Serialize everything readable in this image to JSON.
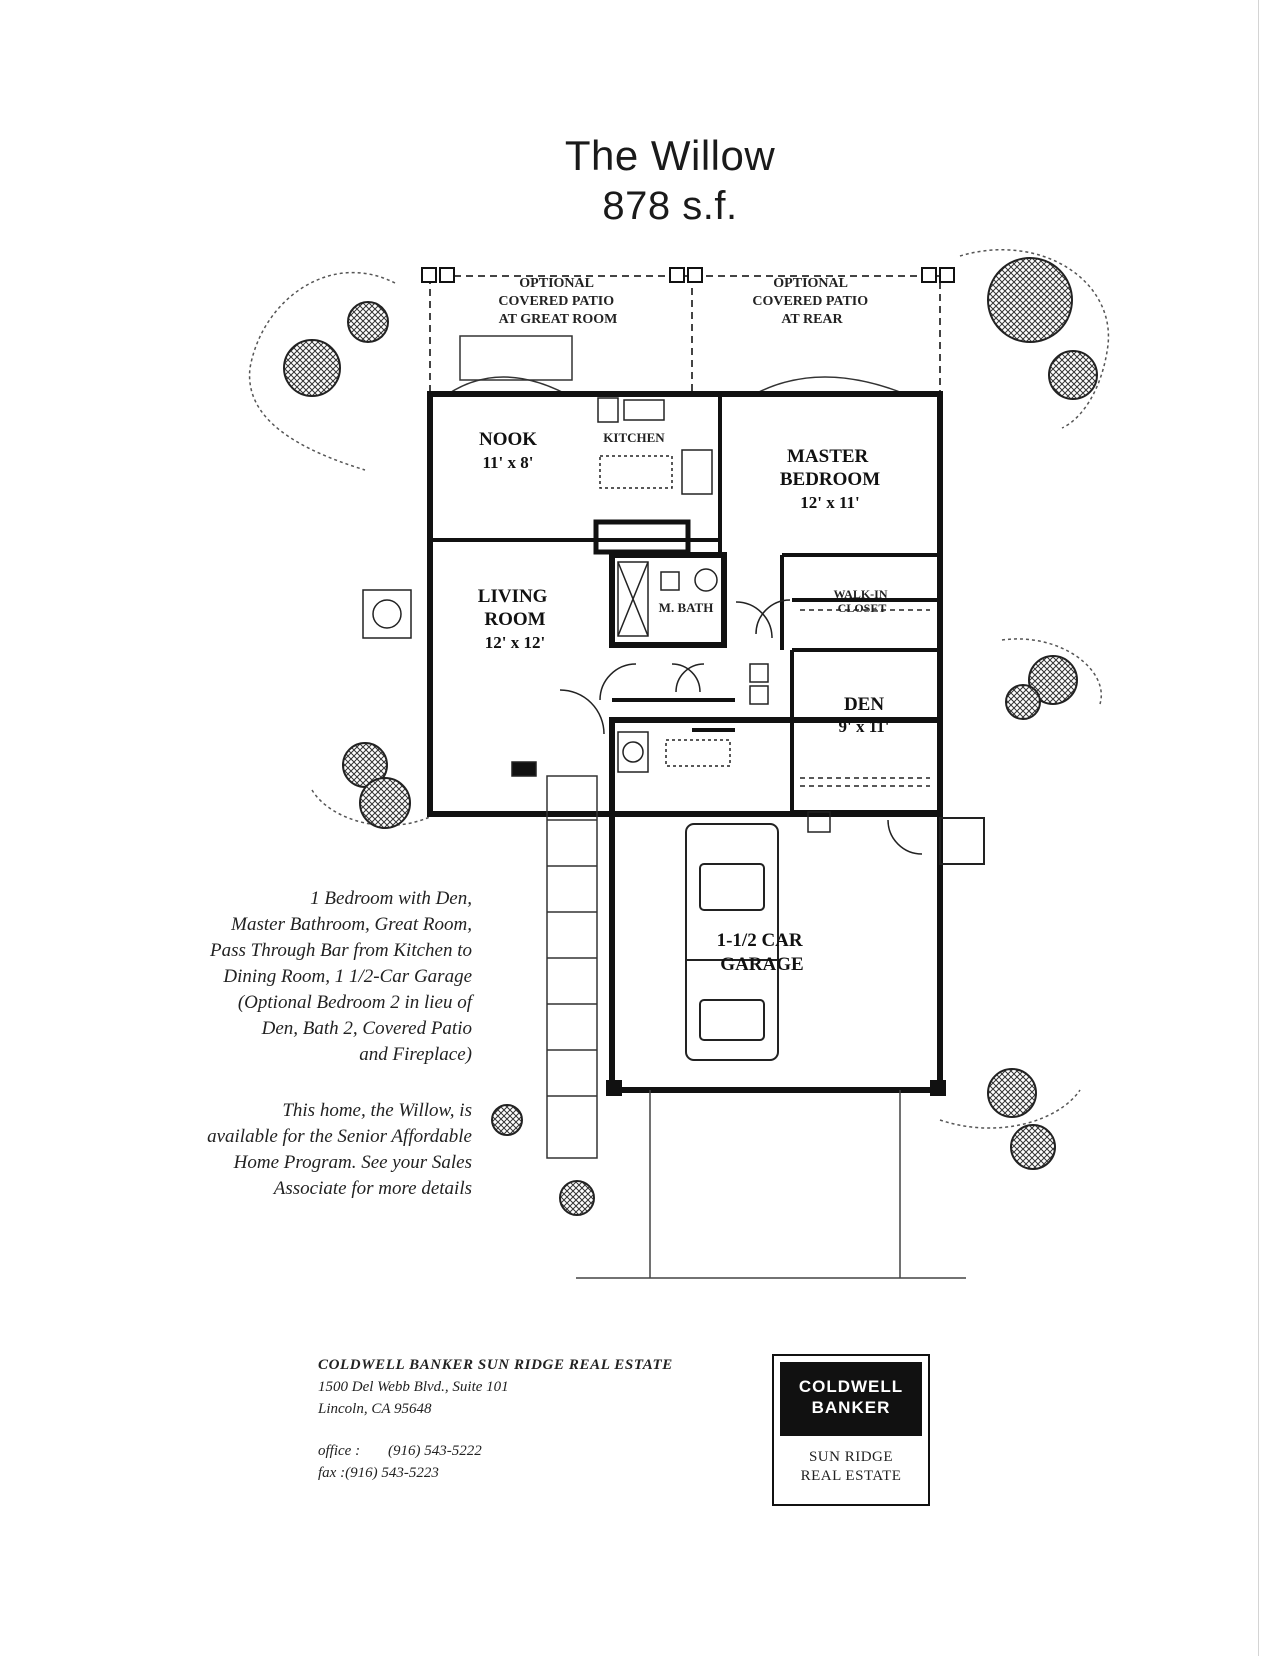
{
  "title": {
    "name": "The Willow",
    "area": "878 s.f."
  },
  "floorplan": {
    "patio_great_room": [
      "OPTIONAL",
      "COVERED PATIO",
      "AT GREAT ROOM"
    ],
    "patio_rear": [
      "OPTIONAL",
      "COVERED PATIO",
      "AT REAR"
    ],
    "nook": {
      "name": "NOOK",
      "dims": "11' x 8'"
    },
    "kitchen": {
      "name": "KITCHEN"
    },
    "master_bedroom": {
      "name": [
        "MASTER",
        "BEDROOM"
      ],
      "dims": "12' x 11'"
    },
    "walk_in_closet": {
      "name": [
        "WALK-IN",
        "CLOSET"
      ]
    },
    "living_room": {
      "name": [
        "LIVING",
        "ROOM"
      ],
      "dims": "12' x 12'"
    },
    "bath": {
      "name": "M. BATH"
    },
    "den": {
      "name": "DEN",
      "dims": "9' x 11'"
    },
    "garage": {
      "name": [
        "1-1/2 CAR",
        "GARAGE"
      ]
    }
  },
  "description": {
    "features": [
      "1 Bedroom with Den,",
      "Master Bathroom, Great Room,",
      "Pass Through Bar from Kitchen to",
      "Dining Room, 1 1/2-Car Garage",
      "(Optional Bedroom 2 in lieu of",
      "Den, Bath 2, Covered Patio",
      "and Fireplace)"
    ],
    "program": [
      "This home, the Willow, is",
      "available for the Senior Affordable",
      "Home Program. See your Sales",
      "Associate for more details"
    ]
  },
  "agency": {
    "name": "COLDWELL BANKER SUN RIDGE REAL ESTATE",
    "address_1": "1500 Del Webb Blvd., Suite 101",
    "address_2": "Lincoln, CA 95648",
    "office_label": "office :",
    "office_phone": "(916) 543-5222",
    "fax_label": "fax :",
    "fax_phone": "(916) 543-5223"
  },
  "logo": {
    "brand_1": "COLDWELL",
    "brand_2": "BANKER",
    "sub_1": "SUN RIDGE",
    "sub_2": "REAL ESTATE"
  }
}
